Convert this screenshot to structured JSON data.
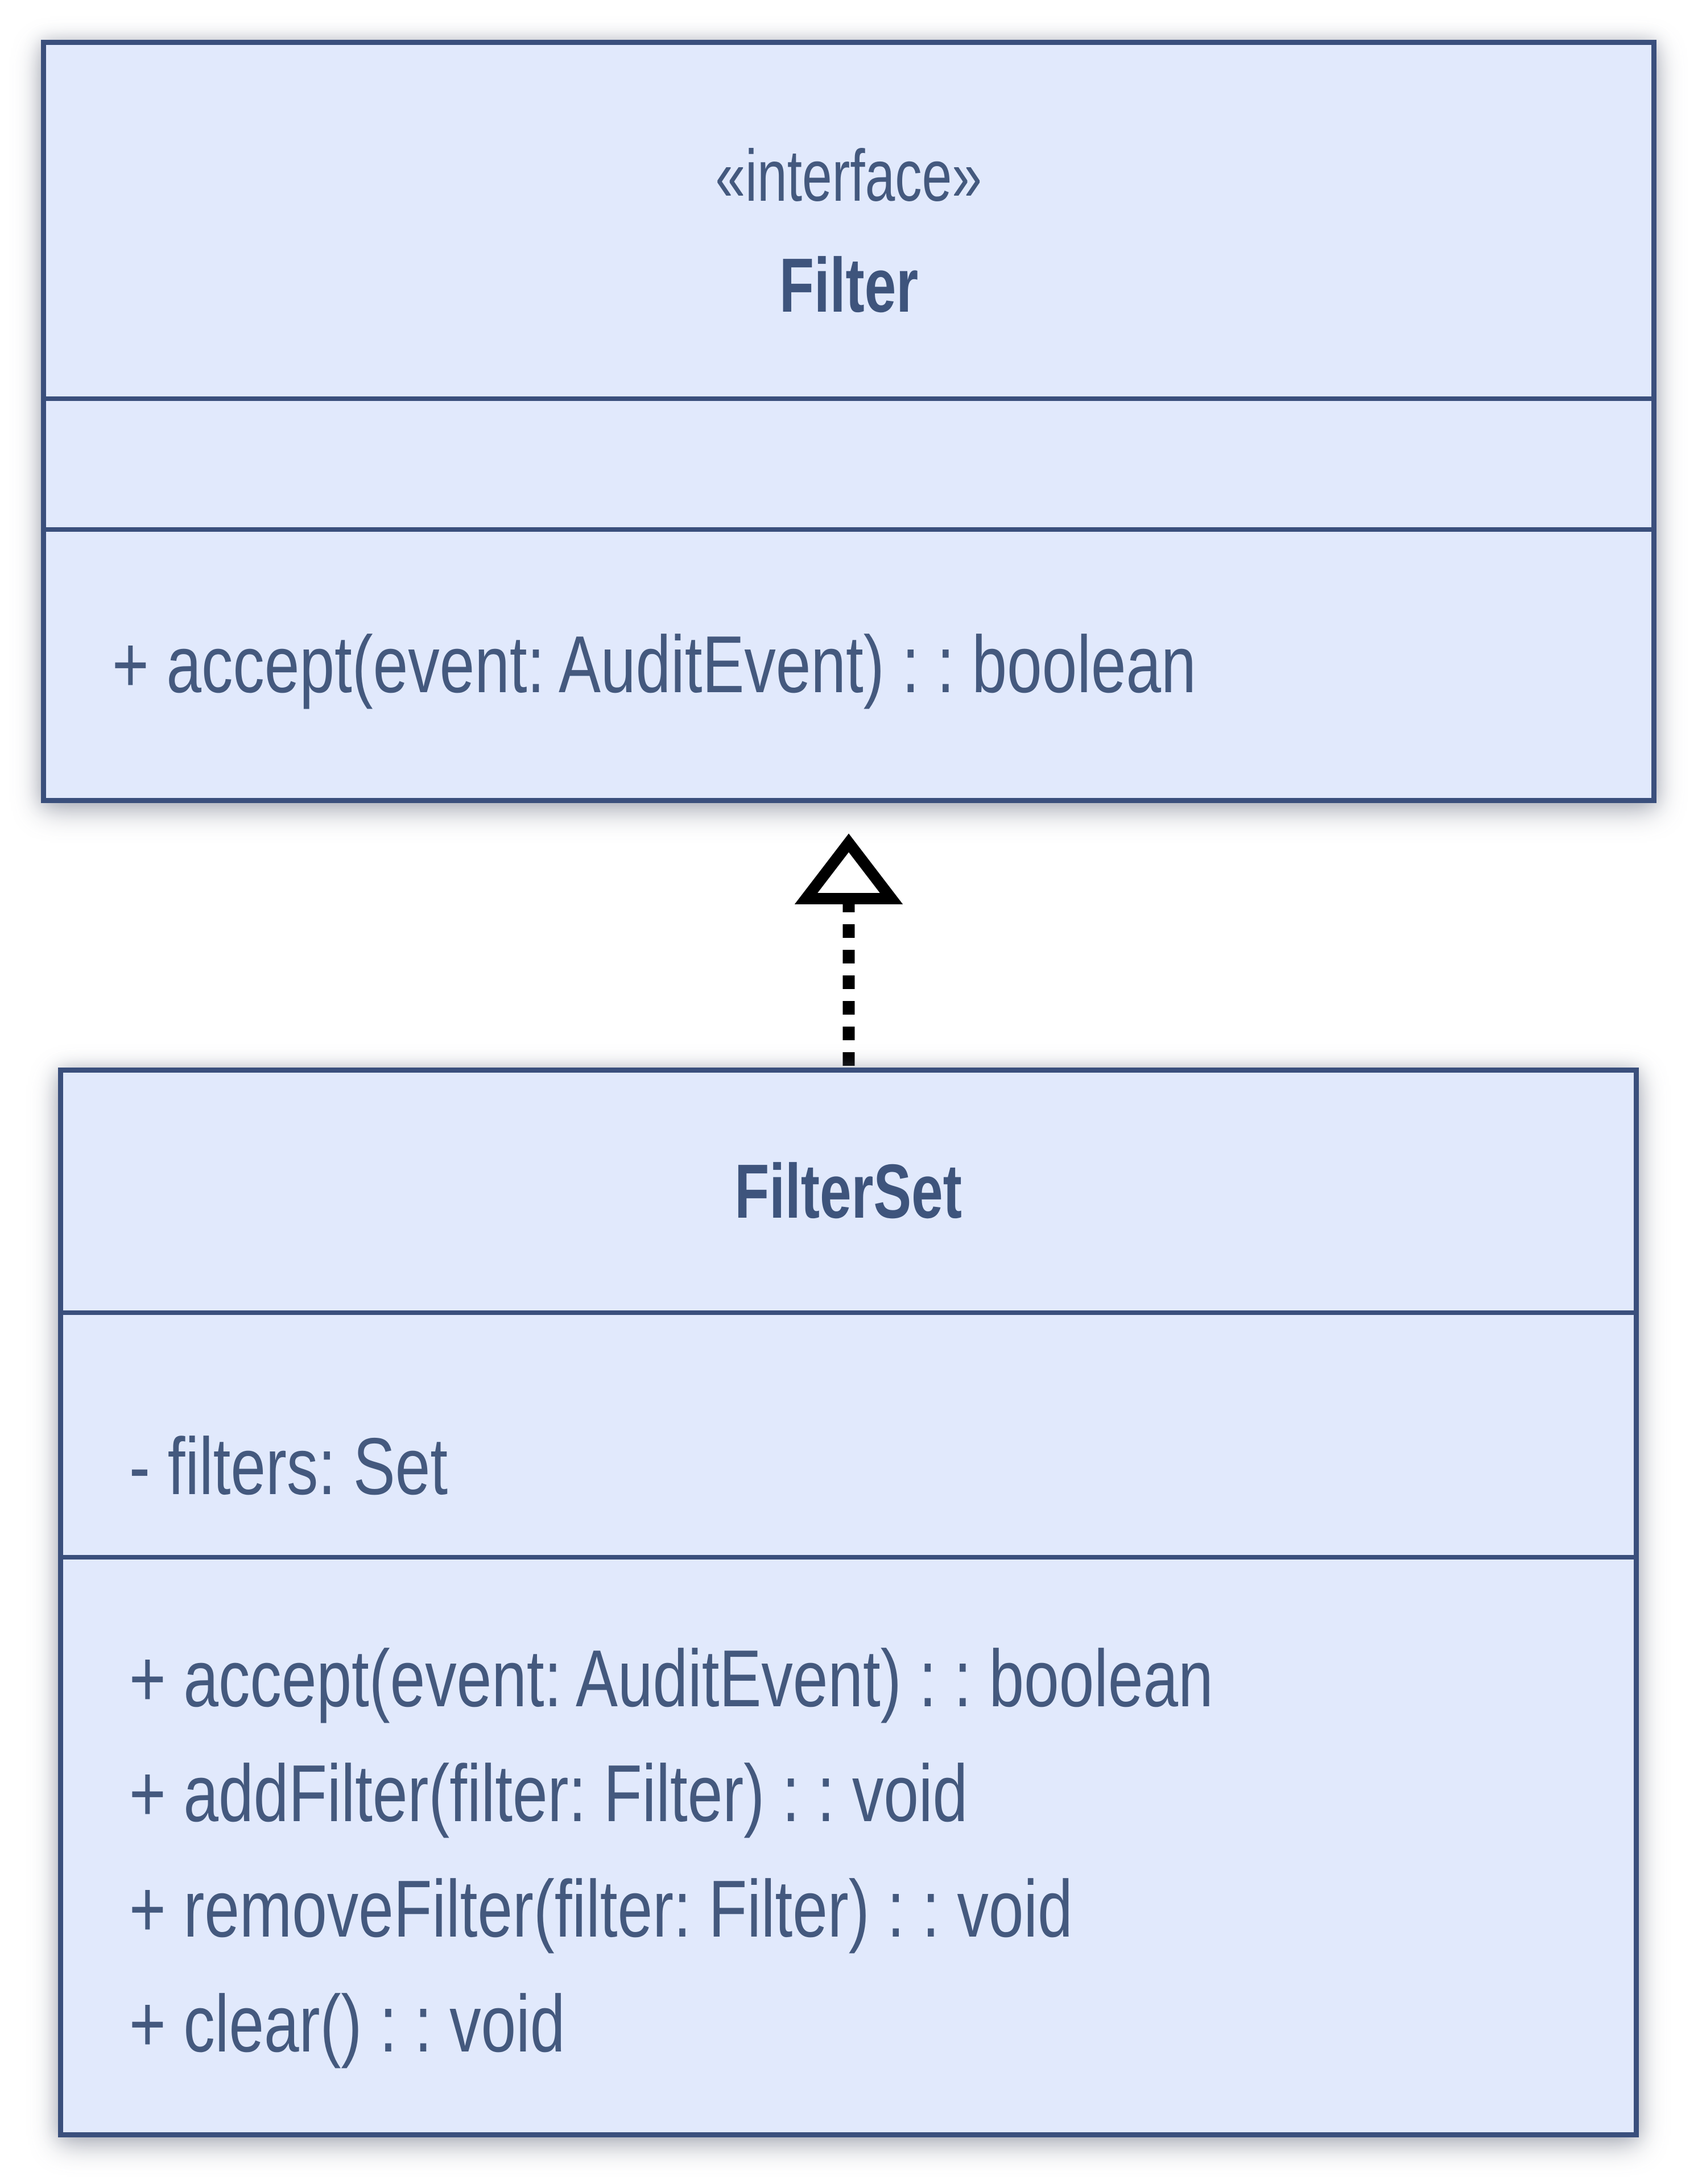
{
  "diagram": {
    "type": "uml-class-diagram",
    "background": "#ffffff",
    "colors": {
      "box_fill": "#e1e9fc",
      "box_border": "#3a4f7c",
      "text": "#44597e",
      "title_text": "#3e547c",
      "arrow": "#000000"
    },
    "classes": [
      {
        "id": "filter",
        "stereotype": "«interface»",
        "name": "Filter",
        "attributes": [],
        "methods": [
          "+ accept(event: AuditEvent) : : boolean"
        ]
      },
      {
        "id": "filterset",
        "stereotype": "",
        "name": "FilterSet",
        "attributes": [
          "- filters: Set"
        ],
        "methods": [
          "+ accept(event: AuditEvent) : : boolean",
          "+ addFilter(filter: Filter) : : void",
          "+ removeFilter(filter: Filter) : : void",
          "+ clear() : : void"
        ]
      }
    ],
    "relationships": [
      {
        "type": "realization",
        "from": "FilterSet",
        "to": "Filter",
        "line_style": "dashed",
        "arrowhead": "hollow-triangle"
      }
    ]
  }
}
